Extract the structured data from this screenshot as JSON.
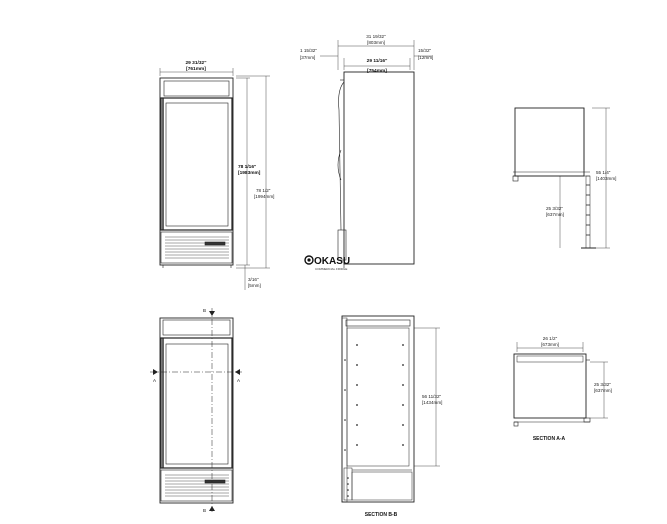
{
  "front_view": {
    "width_in": "29 31/32\"",
    "width_mm": "[761mm]",
    "height_a_in": "78 1/16\"",
    "height_a_mm": "[1983mm]",
    "height_b_in": "78 1/2\"",
    "height_b_mm": "[1994mm]",
    "foot_in": "3/16\"",
    "foot_mm": "[5mm]"
  },
  "side_view": {
    "overall_in": "31 19/32\"",
    "overall_mm": "[803mm]",
    "left_off_in": "1 15/32\"",
    "left_off_mm": "[37mm]",
    "right_off_in": "15/32\"",
    "right_off_mm": "[12mm]",
    "body_in": "29 11/16\"",
    "body_mm": "[754mm]"
  },
  "open_view": {
    "height_in": "55 1/4\"",
    "height_mm": "[1403mm]",
    "shelf_in": "25 3/32\"",
    "shelf_mm": "[637mm]"
  },
  "section_bb": {
    "height_in": "56 11/32\"",
    "height_mm": "[1434mm]",
    "caption": "SECTION B-B"
  },
  "section_aa": {
    "width_in": "26 1/2\"",
    "width_mm": "[673mm]",
    "depth_in": "25 3/32\"",
    "depth_mm": "[637mm]",
    "caption": "SECTION A-A"
  },
  "markers": {
    "a": "A",
    "b": "B"
  },
  "logo": {
    "text": "OKASU",
    "tagline": "COMMERCIAL FRIDGE"
  },
  "colors": {
    "line": "#222222",
    "fill_light": "#f4f4f4"
  }
}
